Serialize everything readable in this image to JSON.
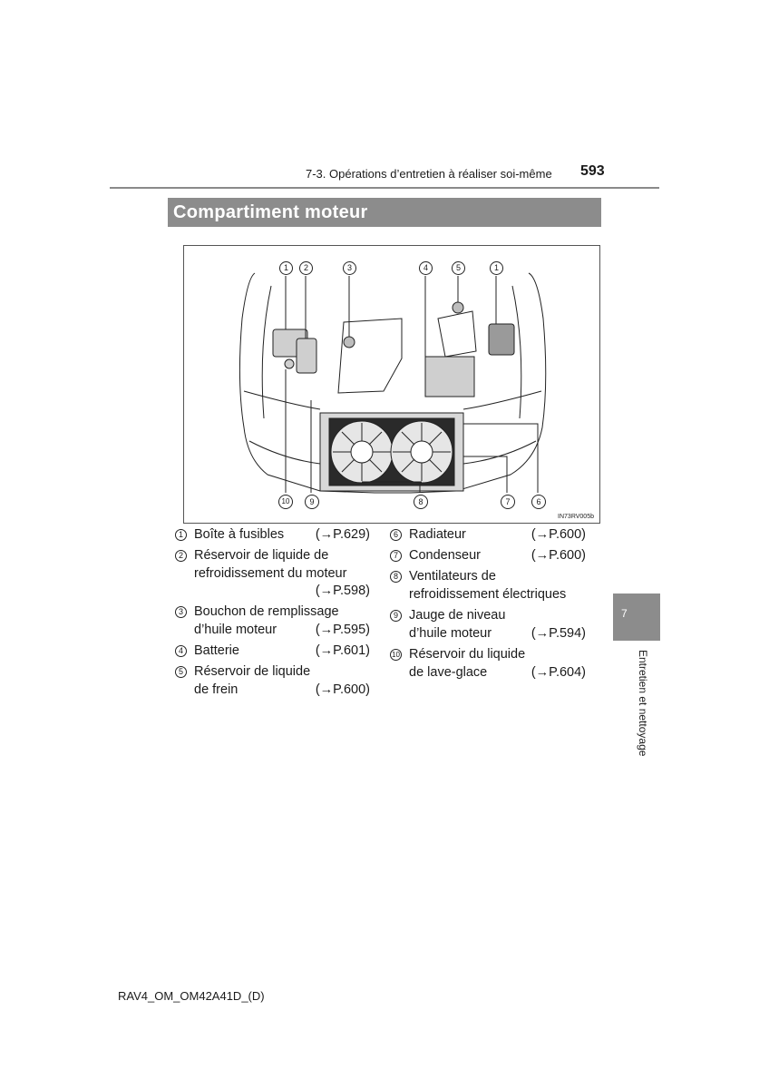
{
  "header": {
    "section": "7-3. Opérations d’entretien à réaliser soi-même",
    "page_number": "593"
  },
  "title": "Compartiment moteur",
  "figure": {
    "code": "IN73RV005b",
    "top_callouts": [
      "1",
      "2",
      "3",
      "4",
      "5",
      "1"
    ],
    "bottom_callouts": [
      "10",
      "9",
      "8",
      "7",
      "6"
    ]
  },
  "legend_left": [
    {
      "num": "1",
      "lines": [
        "Boîte à fusibles"
      ],
      "ref": "(→P.629)"
    },
    {
      "num": "2",
      "lines": [
        "Réservoir de liquide de",
        "refroidissement du moteur"
      ],
      "ref": "(→P.598)"
    },
    {
      "num": "3",
      "lines": [
        "Bouchon de remplissage",
        "d’huile moteur"
      ],
      "ref": "(→P.595)"
    },
    {
      "num": "4",
      "lines": [
        "Batterie"
      ],
      "ref": "(→P.601)"
    },
    {
      "num": "5",
      "lines": [
        "Réservoir de liquide",
        "de frein"
      ],
      "ref": "(→P.600)"
    }
  ],
  "legend_right": [
    {
      "num": "6",
      "lines": [
        "Radiateur"
      ],
      "ref": "(→P.600)"
    },
    {
      "num": "7",
      "lines": [
        "Condenseur"
      ],
      "ref": "(→P.600)"
    },
    {
      "num": "8",
      "lines": [
        "Ventilateurs de",
        "refroidissement électriques"
      ],
      "ref": ""
    },
    {
      "num": "9",
      "lines": [
        "Jauge de niveau",
        "d’huile moteur"
      ],
      "ref": "(→P.594)"
    },
    {
      "num": "10",
      "lines": [
        "Réservoir du liquide",
        "de lave-glace"
      ],
      "ref": "(→P.604)"
    }
  ],
  "side_tab": {
    "number": "7",
    "label": "Entretien et nettoyage"
  },
  "footer": "RAV4_OM_OM42A41D_(D)"
}
